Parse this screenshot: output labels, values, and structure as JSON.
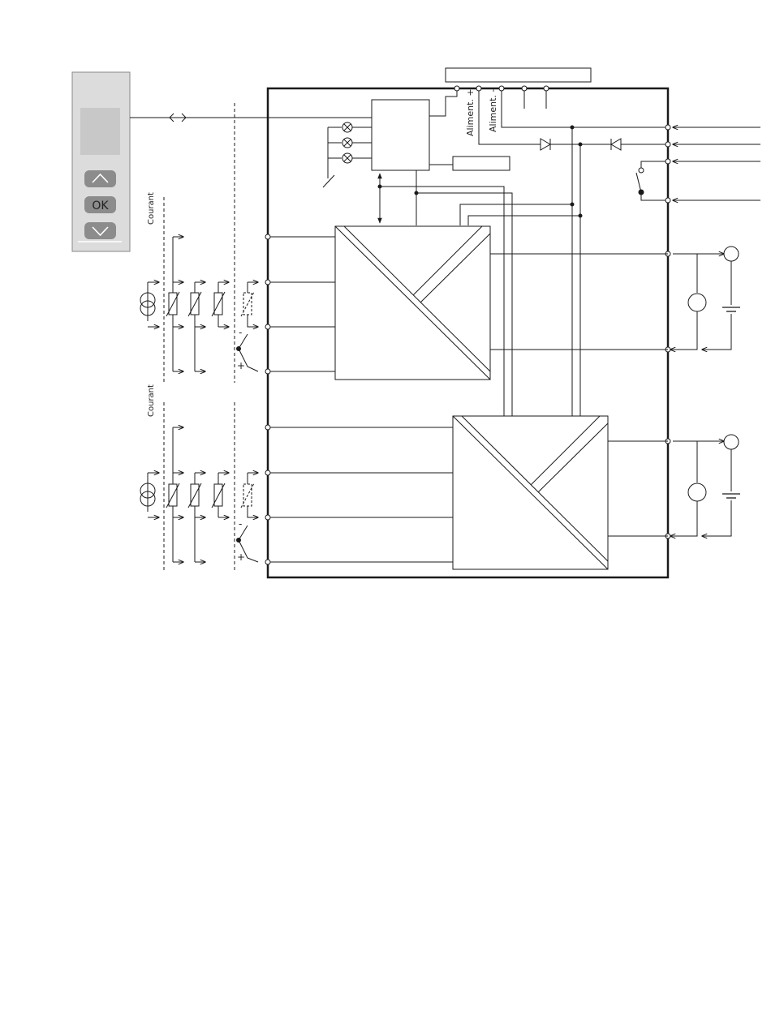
{
  "display_module": {
    "buttons": [
      {
        "icon": "chevron-up-icon",
        "label": ""
      },
      {
        "icon": "ok",
        "label": "OK"
      },
      {
        "icon": "chevron-down-icon",
        "label": ""
      }
    ]
  },
  "labels": {
    "courant_top": "Courant",
    "courant_bottom": "Courant",
    "power_plus": "Aliment. +",
    "power_minus": "Aliment. -",
    "minus_top": "-",
    "plus_top": "+",
    "minus_bottom": "-",
    "plus_bottom": "+"
  },
  "colors": {
    "line": "#1a1a1a",
    "panel_bg": "#dcdcdc",
    "screen_bg": "#c8c8c8",
    "button_bg": "#8c8c8c"
  }
}
